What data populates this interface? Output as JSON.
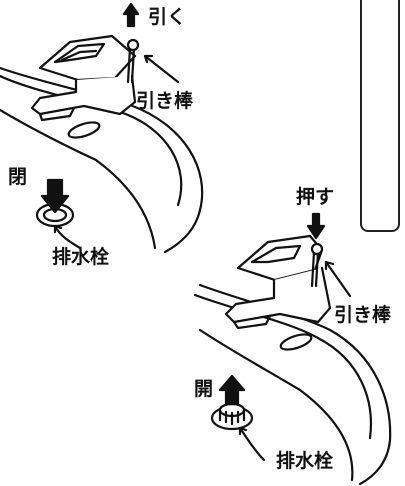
{
  "top": {
    "pull_label": "引く",
    "rod_label": "引き棒",
    "state_label": "閉",
    "plug_label": "排水栓"
  },
  "bottom": {
    "push_label": "押す",
    "rod_label": "引き棒",
    "state_label": "開",
    "plug_label": "排水栓"
  }
}
